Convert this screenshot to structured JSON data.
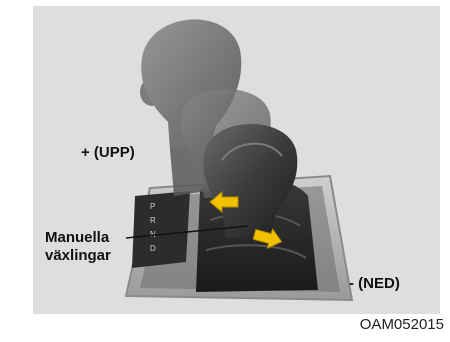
{
  "labels": {
    "upshift": "+ (UPP)",
    "manual_line1": "Manuella",
    "manual_line2": "växlingar",
    "downshift": "- (NED)"
  },
  "image_code": "OAM052015",
  "gate_letters": [
    "P",
    "R",
    "N",
    "D"
  ],
  "colors": {
    "panel_bg": "#dedede",
    "arrow_yellow": "#f2c200",
    "shifter_dark": "#3a3a3a"
  }
}
